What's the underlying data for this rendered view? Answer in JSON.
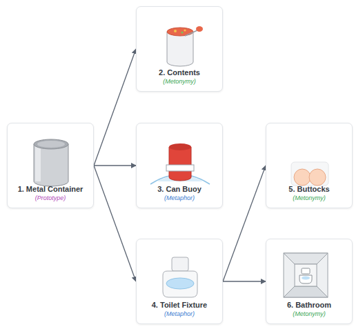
{
  "diagram": {
    "nodes": [
      {
        "text": [
          "1. Metal Container",
          "(Prototype)"
        ]
      },
      {
        "text": [
          "2. Contents",
          "(Metonymy)"
        ]
      },
      {
        "text": [
          "3. Can Buoy",
          "(Metaphor)"
        ]
      },
      {
        "text": [
          "4. Toilet Fixture",
          "(Metaphor)"
        ]
      },
      {
        "text": [
          "5. Buttocks",
          "(Metonymy)"
        ]
      },
      {
        "text": [
          "6. Bathroom",
          "(Metonymy)"
        ]
      }
    ],
    "edges": [
      {
        "from": 0,
        "to": 1,
        "arrow": "to"
      },
      {
        "from": 0,
        "to": 2,
        "arrow": "to"
      },
      {
        "from": 0,
        "to": 3,
        "arrow": "to"
      },
      {
        "from": 3,
        "to": 4,
        "arrow": "to"
      },
      {
        "from": 3,
        "to": 5,
        "arrow": "to"
      }
    ]
  }
}
